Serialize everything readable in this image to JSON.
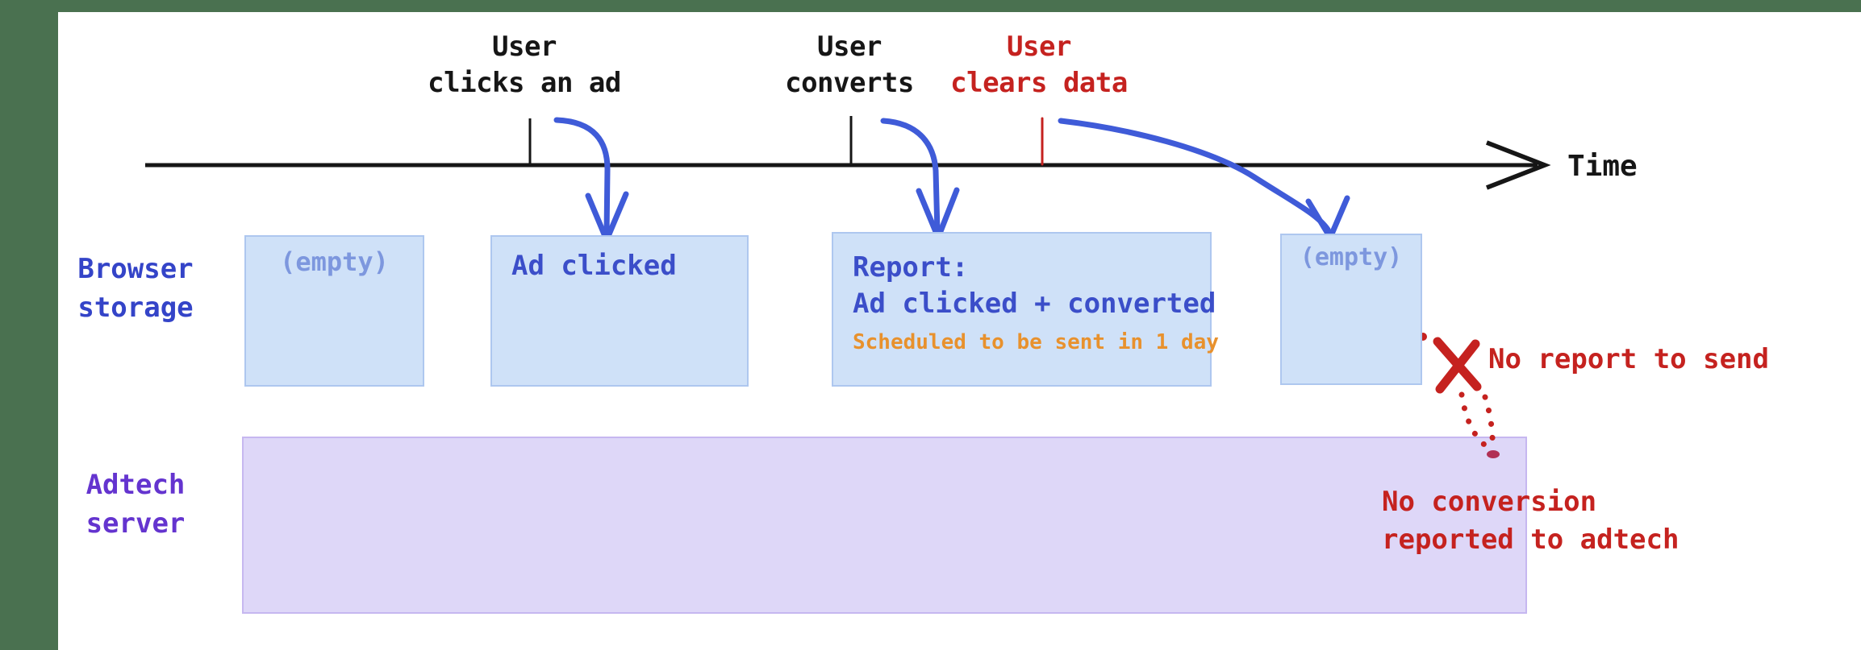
{
  "colors": {
    "frame_bg": "#4a7150",
    "canvas_bg": "#ffffff",
    "ink_black": "#161616",
    "blue_label": "#3444c8",
    "box_blue_fill": "#cfe1f8",
    "box_blue_border": "#aec7ef",
    "box_blue_text": "#3b4ec9",
    "empty_text": "#7d97de",
    "purple_label": "#6434cf",
    "purple_fill": "#ded7f8",
    "purple_border": "#c6b7f0",
    "orange_note": "#e8912d",
    "red_alert": "#c5221f",
    "arrow_blue": "#3f5bd8"
  },
  "timeline": {
    "axis_label": "Time",
    "events": [
      {
        "line1": "User",
        "line2": "clicks an ad"
      },
      {
        "line1": "User",
        "line2": "converts"
      },
      {
        "line1": "User",
        "line2": "clears data"
      }
    ]
  },
  "rows": {
    "browser": {
      "line1": "Browser",
      "line2": "storage"
    },
    "adtech": {
      "line1": "Adtech",
      "line2": "server"
    }
  },
  "storage": {
    "box_empty_1": "(empty)",
    "box_ad_clicked": "Ad clicked",
    "box_report": {
      "title": "Report:",
      "subtitle": "Ad clicked + converted",
      "note": "Scheduled to be sent in 1 day"
    },
    "box_empty_2": "(empty)"
  },
  "annotations": {
    "no_report": "No report to send",
    "no_conversion_line1": "No conversion",
    "no_conversion_line2": "reported to adtech"
  }
}
